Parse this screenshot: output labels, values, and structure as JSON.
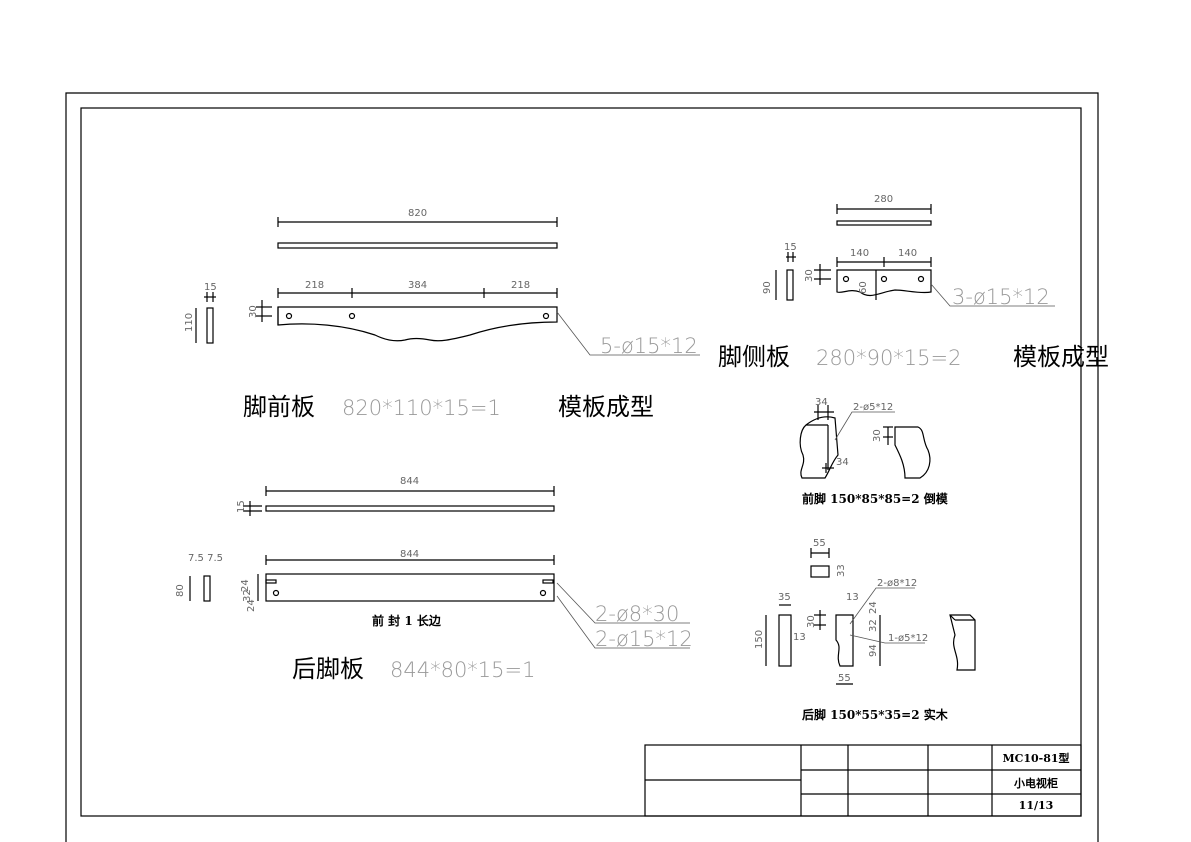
{
  "front_board": {
    "length_dim": "820",
    "dims": [
      "218",
      "384",
      "218"
    ],
    "thickness_dim": "15",
    "height_dim": "110",
    "hole_offset_dim": "30",
    "hole_note": "5-ø15*12",
    "name": "脚前板",
    "size": "820*110*15=1",
    "process": "模板成型"
  },
  "back_board": {
    "strip_length_dim": "844",
    "strip_thickness_dim": "15",
    "length_dim": "844",
    "side_dims": "7.5 7.5",
    "height_dim": "80",
    "vertical_dims": [
      "24",
      "32",
      "24"
    ],
    "edge_note": "前 封 1 长边",
    "hole_note_1": "2-ø8*30",
    "hole_note_2": "2-ø15*12",
    "name": "后脚板",
    "size": "844*80*15=1"
  },
  "side_board": {
    "length_dim": "280",
    "dims": [
      "140",
      "140"
    ],
    "thickness_dim": "15",
    "height_dim": "90",
    "hole_offset_dim": "30",
    "inner_dim": "60",
    "hole_note": "3-ø15*12",
    "name": "脚侧板",
    "size": "280*90*15=2",
    "process": "模板成型"
  },
  "front_leg": {
    "dim_top": "34",
    "dim_bottom": "34",
    "dim_side": "30",
    "hole_note": "2-ø5*12",
    "caption": "前脚 150*85*85=2 倒模"
  },
  "back_leg": {
    "top_width": "55",
    "top_depth": "33",
    "width_dim": "35",
    "height_dim": "150",
    "hole_dim": "13",
    "dim_30": "30",
    "dim_13": "13",
    "vertical_dims": [
      "24",
      "32",
      "94"
    ],
    "bottom_dim": "55",
    "hole_note_1": "2-ø8*12",
    "hole_note_2": "1-ø5*12",
    "caption": "后脚  150*55*35=2  实木"
  },
  "title_block": {
    "model": "MC10-81型",
    "product": "小电视柜",
    "sheet": "11/13"
  }
}
